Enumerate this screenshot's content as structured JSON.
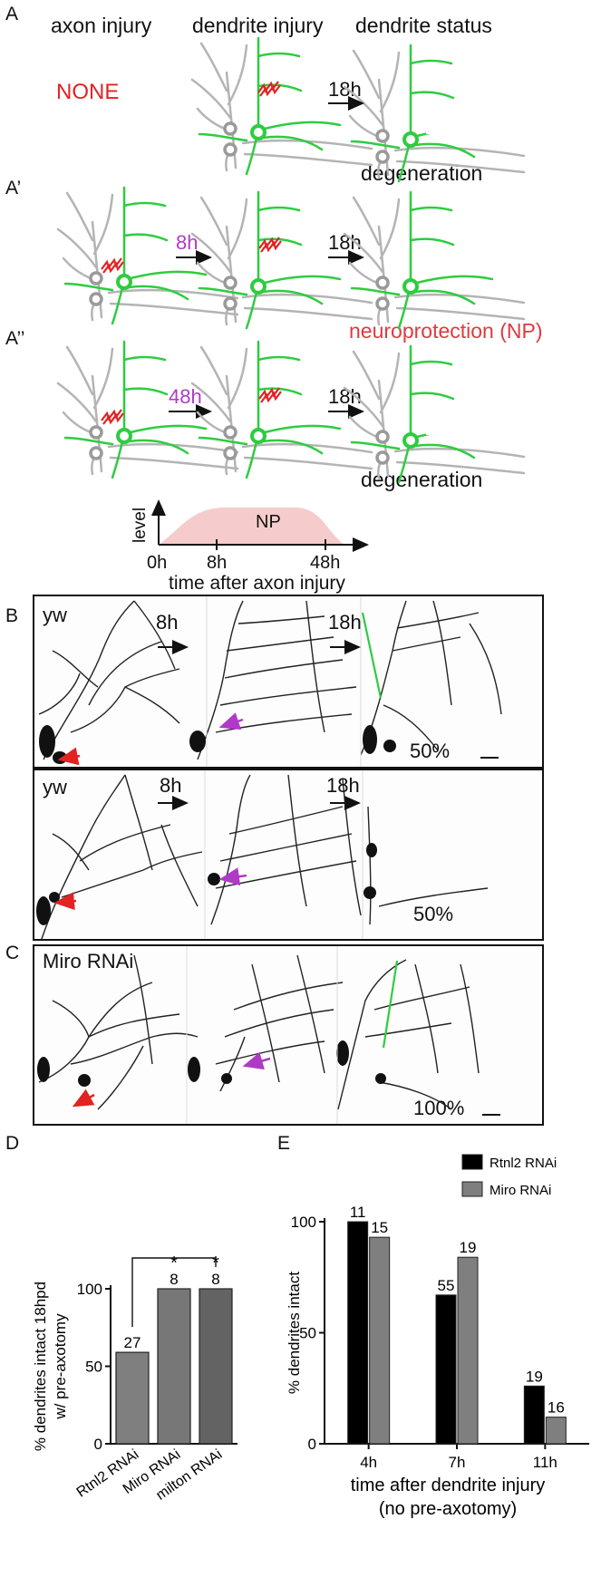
{
  "panelA": {
    "letter_A": "A",
    "letter_A1": "A’",
    "letter_A2": "A’’",
    "col_axon": "axon injury",
    "col_dendrite": "dendrite injury",
    "col_status": "dendrite status",
    "none": "NONE",
    "arrow_18h": "18h",
    "arrow_8h": "8h",
    "arrow_48h": "48h",
    "degeneration": "degeneration",
    "neuroprotection": "neuroprotection (NP)",
    "colors": {
      "dendrite": "#2ecc40",
      "background_neurons": "#b4b4b4",
      "lesion": "#e32222",
      "timing": "#b03ac8",
      "np_text": "#e0393e"
    }
  },
  "timeline": {
    "ylabel": "level",
    "np": "NP",
    "tick_0": "0h",
    "tick_8": "8h",
    "tick_48": "48h",
    "xlabel": "time after axon injury",
    "fill_color": "#f5cccb"
  },
  "panelB": {
    "letter": "B",
    "top_genotype": "yw",
    "top_8h": "8h",
    "top_18h": "18h",
    "top_percent": "50%",
    "bot_genotype": "yw",
    "bot_8h": "8h",
    "bot_18h": "18h",
    "bot_percent": "50%"
  },
  "panelC": {
    "letter": "C",
    "genotype": "Miro RNAi",
    "percent": "100%"
  },
  "chart_data": [
    {
      "type": "bar",
      "panel_letter": "D",
      "ylabel_line1": "% dendrites intact 18hpd",
      "ylabel_line2": "w/ pre-axotomy",
      "categories": [
        "Rtnl2 RNAi",
        "Miro RNAi",
        "milton RNAi"
      ],
      "values": [
        59,
        100,
        100
      ],
      "n_labels": [
        "27",
        "8",
        "8"
      ],
      "significance": [
        "",
        "*",
        "*"
      ],
      "yticks": [
        "0",
        "50",
        "100"
      ],
      "ylim": [
        0,
        100
      ],
      "colors": [
        "#7f7f7f",
        "#777777",
        "#636363"
      ]
    },
    {
      "type": "bar",
      "panel_letter": "E",
      "ylabel": "% dendrites intact",
      "xlabel_line1": "time after dendrite injury",
      "xlabel_line2": "(no pre-axotomy)",
      "categories": [
        "4h",
        "7h",
        "11h"
      ],
      "yticks": [
        "0",
        "50",
        "100"
      ],
      "ylim": [
        0,
        100
      ],
      "series": [
        {
          "name": "Rtnl2 RNAi",
          "color": "#000000",
          "values": [
            100,
            67,
            26
          ],
          "n_labels": [
            "11",
            "55",
            "19"
          ]
        },
        {
          "name": "Miro RNAi",
          "color": "#7f7f7f",
          "values": [
            93,
            84,
            12
          ],
          "n_labels": [
            "15",
            "19",
            "16"
          ]
        }
      ]
    }
  ]
}
